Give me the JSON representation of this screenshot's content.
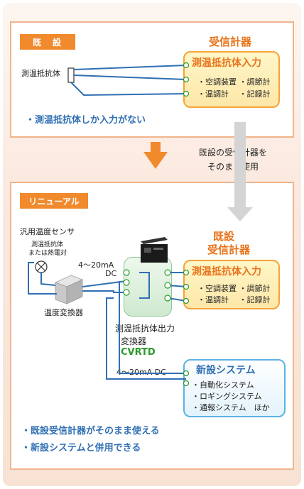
{
  "existing": {
    "tag": "既　設",
    "receiver_title": "受信計器",
    "sensor_label": "測温抵抗体",
    "input_box_title": "測温抵抗体入力",
    "input_box_lines": [
      "・空調装置 ・調節計",
      "・温調計　 ・記録計"
    ],
    "note": "・測温抵抗体しか入力がない"
  },
  "middle_note": [
    "既設の受信計器を",
    "そのまま使用"
  ],
  "renewal": {
    "tag": "リニューアル",
    "sensor_title": "汎用温度センサ",
    "sensor_sub": [
      "測温抵抗体",
      "または熱電対"
    ],
    "transducer_label": "温度変換器",
    "signal1": [
      "4～20mA",
      "DC"
    ],
    "receiver_title": [
      "既設",
      "受信計器"
    ],
    "input_box_title": "測温抵抗体入力",
    "input_box_lines": [
      "・空調装置 ・調節計",
      "・温調計　 ・記録計"
    ],
    "converter_label": [
      "測温抵抗体出力",
      "変換器"
    ],
    "converter_model": "CVRTD",
    "signal2": "4～20mA DC",
    "new_system_title": "新設システム",
    "new_system_lines": [
      "・自動化システム",
      "・ロギングシステム",
      "・通報システム　ほか"
    ],
    "notes": [
      "・既設受信計器がそのまま使える",
      "・新設システムと併用できる"
    ]
  },
  "colors": {
    "orange": "#e8731a",
    "blue": "#2f6fb3",
    "green": "#2a9a2a",
    "panel_border": "#f0b58c"
  }
}
